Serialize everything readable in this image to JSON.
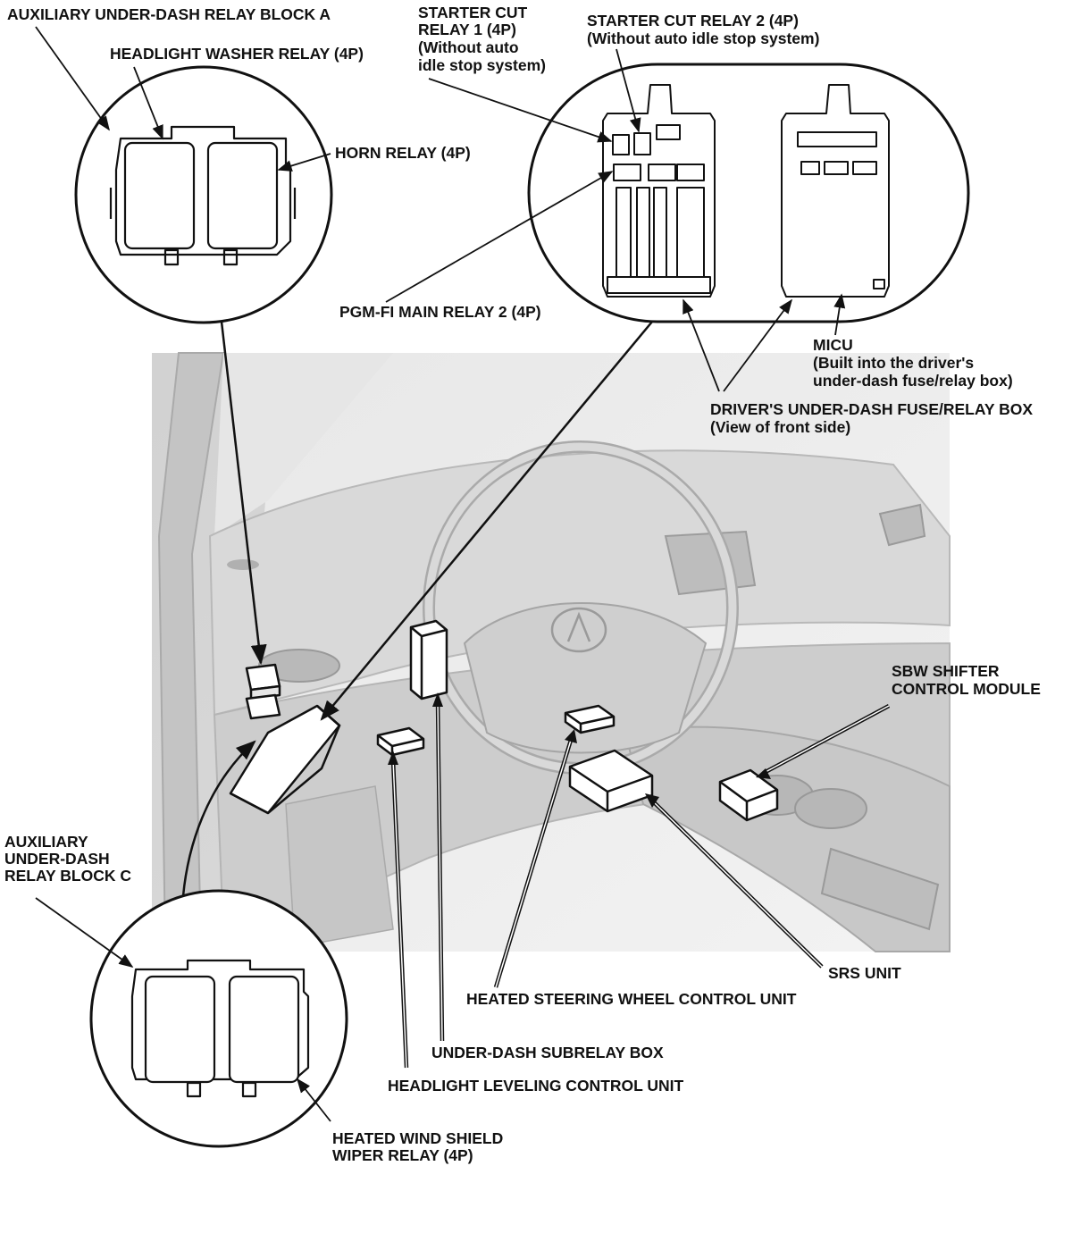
{
  "labels": {
    "aux_relay_block_a": "AUXILIARY UNDER-DASH RELAY BLOCK A",
    "headlight_washer_relay": "HEADLIGHT WASHER RELAY (4P)",
    "horn_relay": "HORN RELAY (4P)",
    "starter_cut_relay_1": [
      "STARTER CUT",
      "RELAY 1 (4P)",
      "(Without auto",
      "idle stop system)"
    ],
    "starter_cut_relay_2": [
      "STARTER CUT RELAY 2 (4P)",
      "(Without auto idle stop system)"
    ],
    "pgm_fi_main_relay_2": "PGM-FI MAIN RELAY 2 (4P)",
    "micu": [
      "MICU",
      "(Built into the driver's",
      "under-dash fuse/relay box)"
    ],
    "drivers_fuse_relay_box": [
      "DRIVER'S UNDER-DASH FUSE/RELAY BOX",
      "(View of front side)"
    ],
    "sbw_shifter": [
      "SBW SHIFTER",
      "CONTROL MODULE"
    ],
    "aux_relay_block_c": [
      "AUXILIARY",
      "UNDER-DASH",
      "RELAY BLOCK C"
    ],
    "srs_unit": "SRS UNIT",
    "heated_steering_wheel": "HEATED STEERING WHEEL CONTROL UNIT",
    "under_dash_subrelay_box": "UNDER-DASH SUBRELAY BOX",
    "headlight_leveling": "HEADLIGHT LEVELING CONTROL UNIT",
    "heated_windshield_wiper_relay": [
      "HEATED WIND SHIELD",
      "WIPER RELAY (4P)"
    ]
  }
}
